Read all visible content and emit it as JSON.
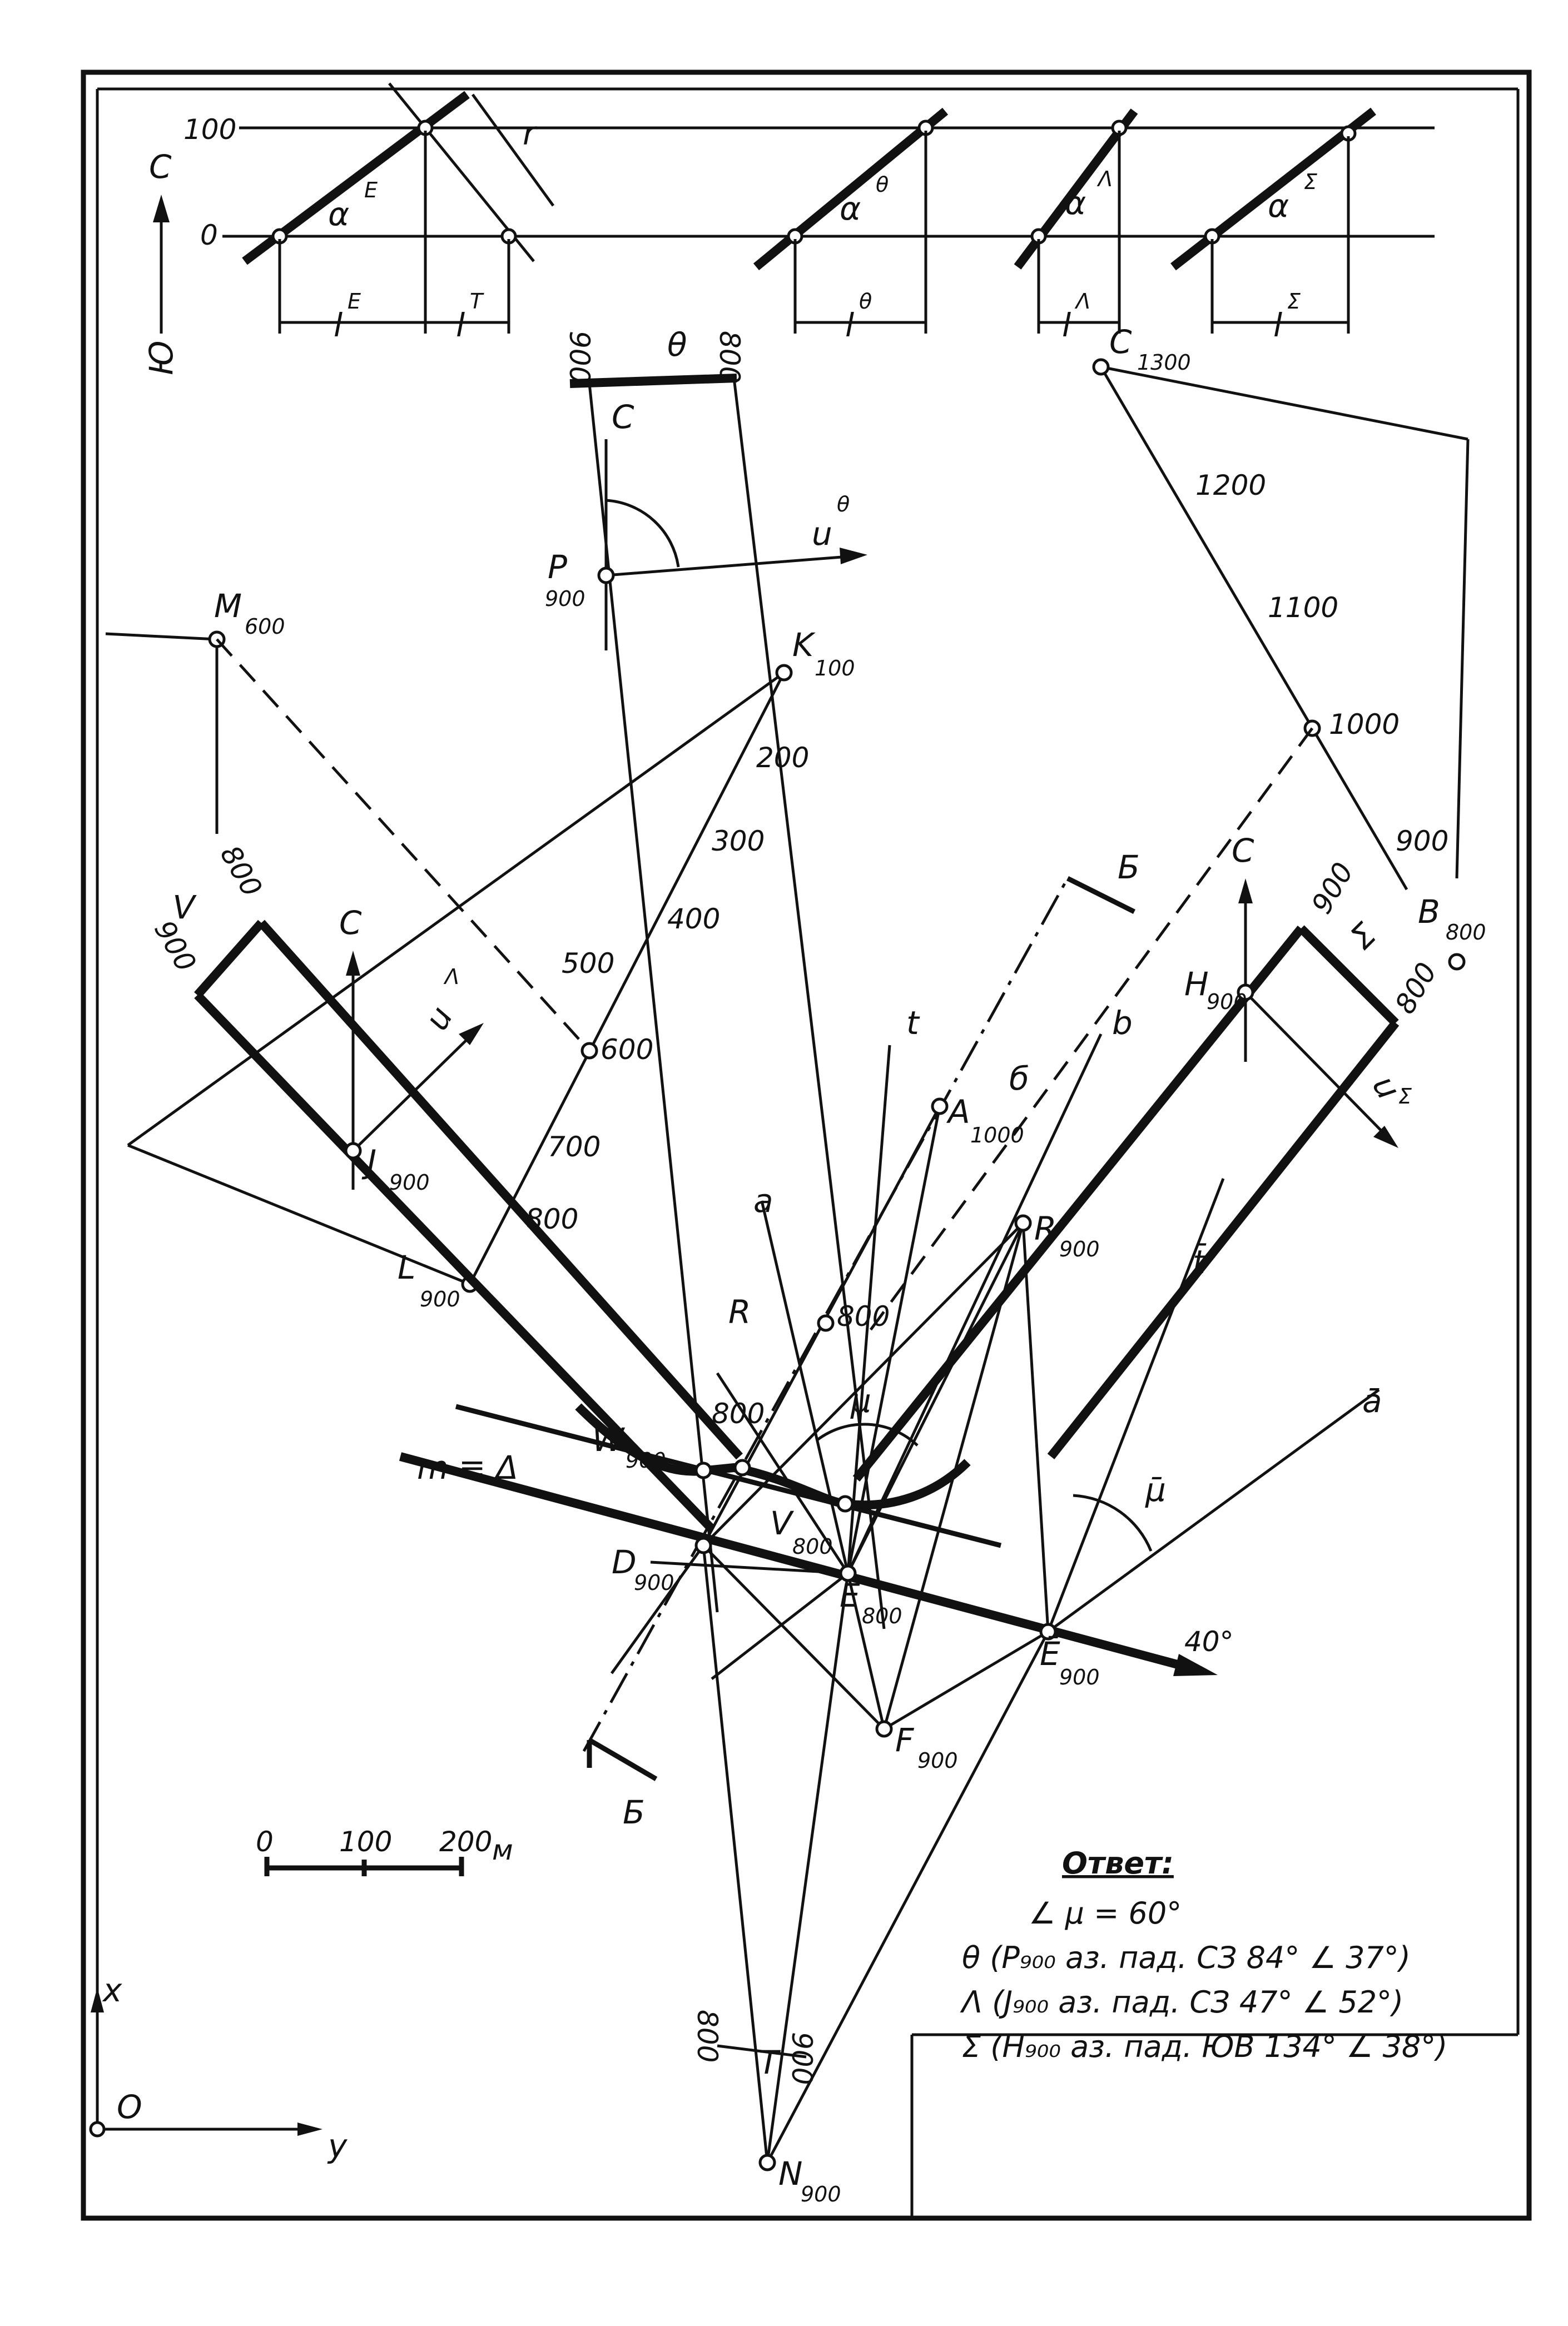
{
  "compass": {
    "north": "С",
    "south": "Ю"
  },
  "level_labels": {
    "upper": "100",
    "lower": "0"
  },
  "top_panels": [
    {
      "id": "e",
      "alpha": "α",
      "alpha_sup": "E",
      "l": "l",
      "l_sup": "E",
      "l2": "l",
      "l2_sup": "T",
      "r": "r"
    },
    {
      "id": "theta",
      "alpha": "α",
      "alpha_sup": "θ",
      "l": "l",
      "l_sup": "θ"
    },
    {
      "id": "lambda",
      "alpha": "α",
      "alpha_sup": "Λ",
      "l": "l",
      "l_sup": "Λ"
    },
    {
      "id": "sigma",
      "alpha": "α",
      "alpha_sup": "Σ",
      "l": "l",
      "l_sup": "Σ"
    }
  ],
  "planes": {
    "theta": {
      "name": "θ",
      "h1": "900",
      "h2": "800",
      "north": "С",
      "u": "u",
      "u_sup": "θ"
    },
    "lambda": {
      "name": "Λ",
      "h1": "900",
      "h2": "800",
      "north": "С",
      "u": "u",
      "u_sup": "Λ"
    },
    "sigma": {
      "name": "Σ",
      "h1": "900",
      "h2": "800",
      "north": "С",
      "u": "u",
      "u_sup": "Σ"
    }
  },
  "points": {
    "C": {
      "name": "C",
      "sub": "1300"
    },
    "M": {
      "name": "M",
      "sub": "600"
    },
    "P": {
      "name": "P",
      "sub": "900"
    },
    "K": {
      "name": "K",
      "sub": "100"
    },
    "B": {
      "name": "B",
      "sub": "800"
    },
    "H": {
      "name": "H",
      "sub": "900"
    },
    "J": {
      "name": "J",
      "sub": "900"
    },
    "L": {
      "name": "L",
      "sub": "900"
    },
    "A": {
      "name": "A",
      "sub": "1000"
    },
    "R": {
      "name": "R",
      "sub": "900"
    },
    "W": {
      "name": "W",
      "sub": "900"
    },
    "V": {
      "name": "V",
      "sub": "800"
    },
    "D": {
      "name": "D",
      "sub": "900"
    },
    "E": {
      "name": "E",
      "sub": "800"
    },
    "E_bar": {
      "name": "Ē",
      "sub": "900"
    },
    "F": {
      "name": "F",
      "sub": "900"
    },
    "N": {
      "name": "N",
      "sub": "900"
    }
  },
  "scale_cb": [
    "1200",
    "1100",
    "1000",
    "900"
  ],
  "scale_kl": [
    "200",
    "300",
    "400",
    "500",
    "600",
    "700",
    "800"
  ],
  "misc_labels": {
    "m_delta": "m ≡ Δ",
    "angle_40": "40°",
    "b_section": "Б",
    "a": "a",
    "a_bar": "ā",
    "b": "b",
    "b_italic": "б",
    "t": "t",
    "t_bar": "t̄",
    "R_letter": "R",
    "mu": "μ",
    "mu_bar": "μ̄",
    "pt_800": "800",
    "pt_800b": "800",
    "T": "T",
    "T_800": "800",
    "T_900": "900"
  },
  "scale_bar": {
    "v0": "0",
    "v1": "100",
    "v2": "200",
    "unit": "м"
  },
  "axes": {
    "origin": "O",
    "x": "x",
    "y": "y"
  },
  "answer": {
    "title": "Ответ:",
    "line1": "∠ μ = 60°",
    "line2": "θ (P₉₀₀ аз. пад. СЗ 84° ∠ 37°)",
    "line3": "Λ (J₉₀₀ аз. пад. СЗ 47° ∠ 52°)",
    "line4": "Σ (H₉₀₀ аз. пад. ЮВ 134° ∠ 38°)"
  }
}
